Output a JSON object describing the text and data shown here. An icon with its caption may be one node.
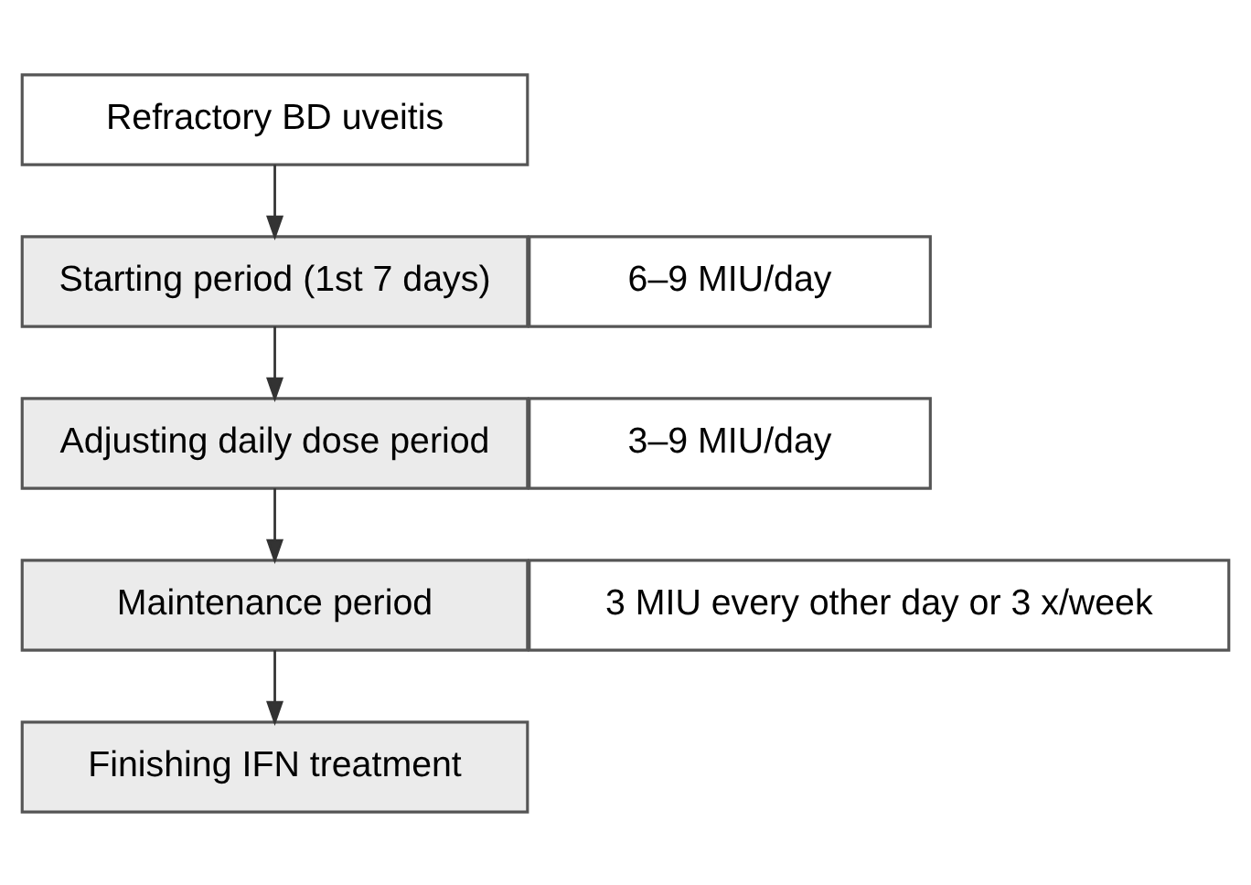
{
  "diagram": {
    "nodes": [
      {
        "text": [
          "Refractory BD uveitis"
        ]
      },
      {
        "text": [
          "Starting period (1st 7 days)"
        ]
      },
      {
        "text": [
          "6–9 MIU/day"
        ]
      },
      {
        "text": [
          "Adjusting daily dose period"
        ]
      },
      {
        "text": [
          "3–9 MIU/day"
        ]
      },
      {
        "text": [
          "Maintenance period"
        ]
      },
      {
        "text": [
          "3 MIU every other day or 3 x/week"
        ]
      },
      {
        "text": [
          "Finishing IFN treatment"
        ]
      }
    ],
    "edges": [
      {
        "from": 0,
        "to": 1,
        "arrow": "to"
      },
      {
        "from": 1,
        "to": 3,
        "arrow": "to"
      },
      {
        "from": 3,
        "to": 5,
        "arrow": "to"
      },
      {
        "from": 5,
        "to": 7,
        "arrow": "to"
      }
    ]
  }
}
